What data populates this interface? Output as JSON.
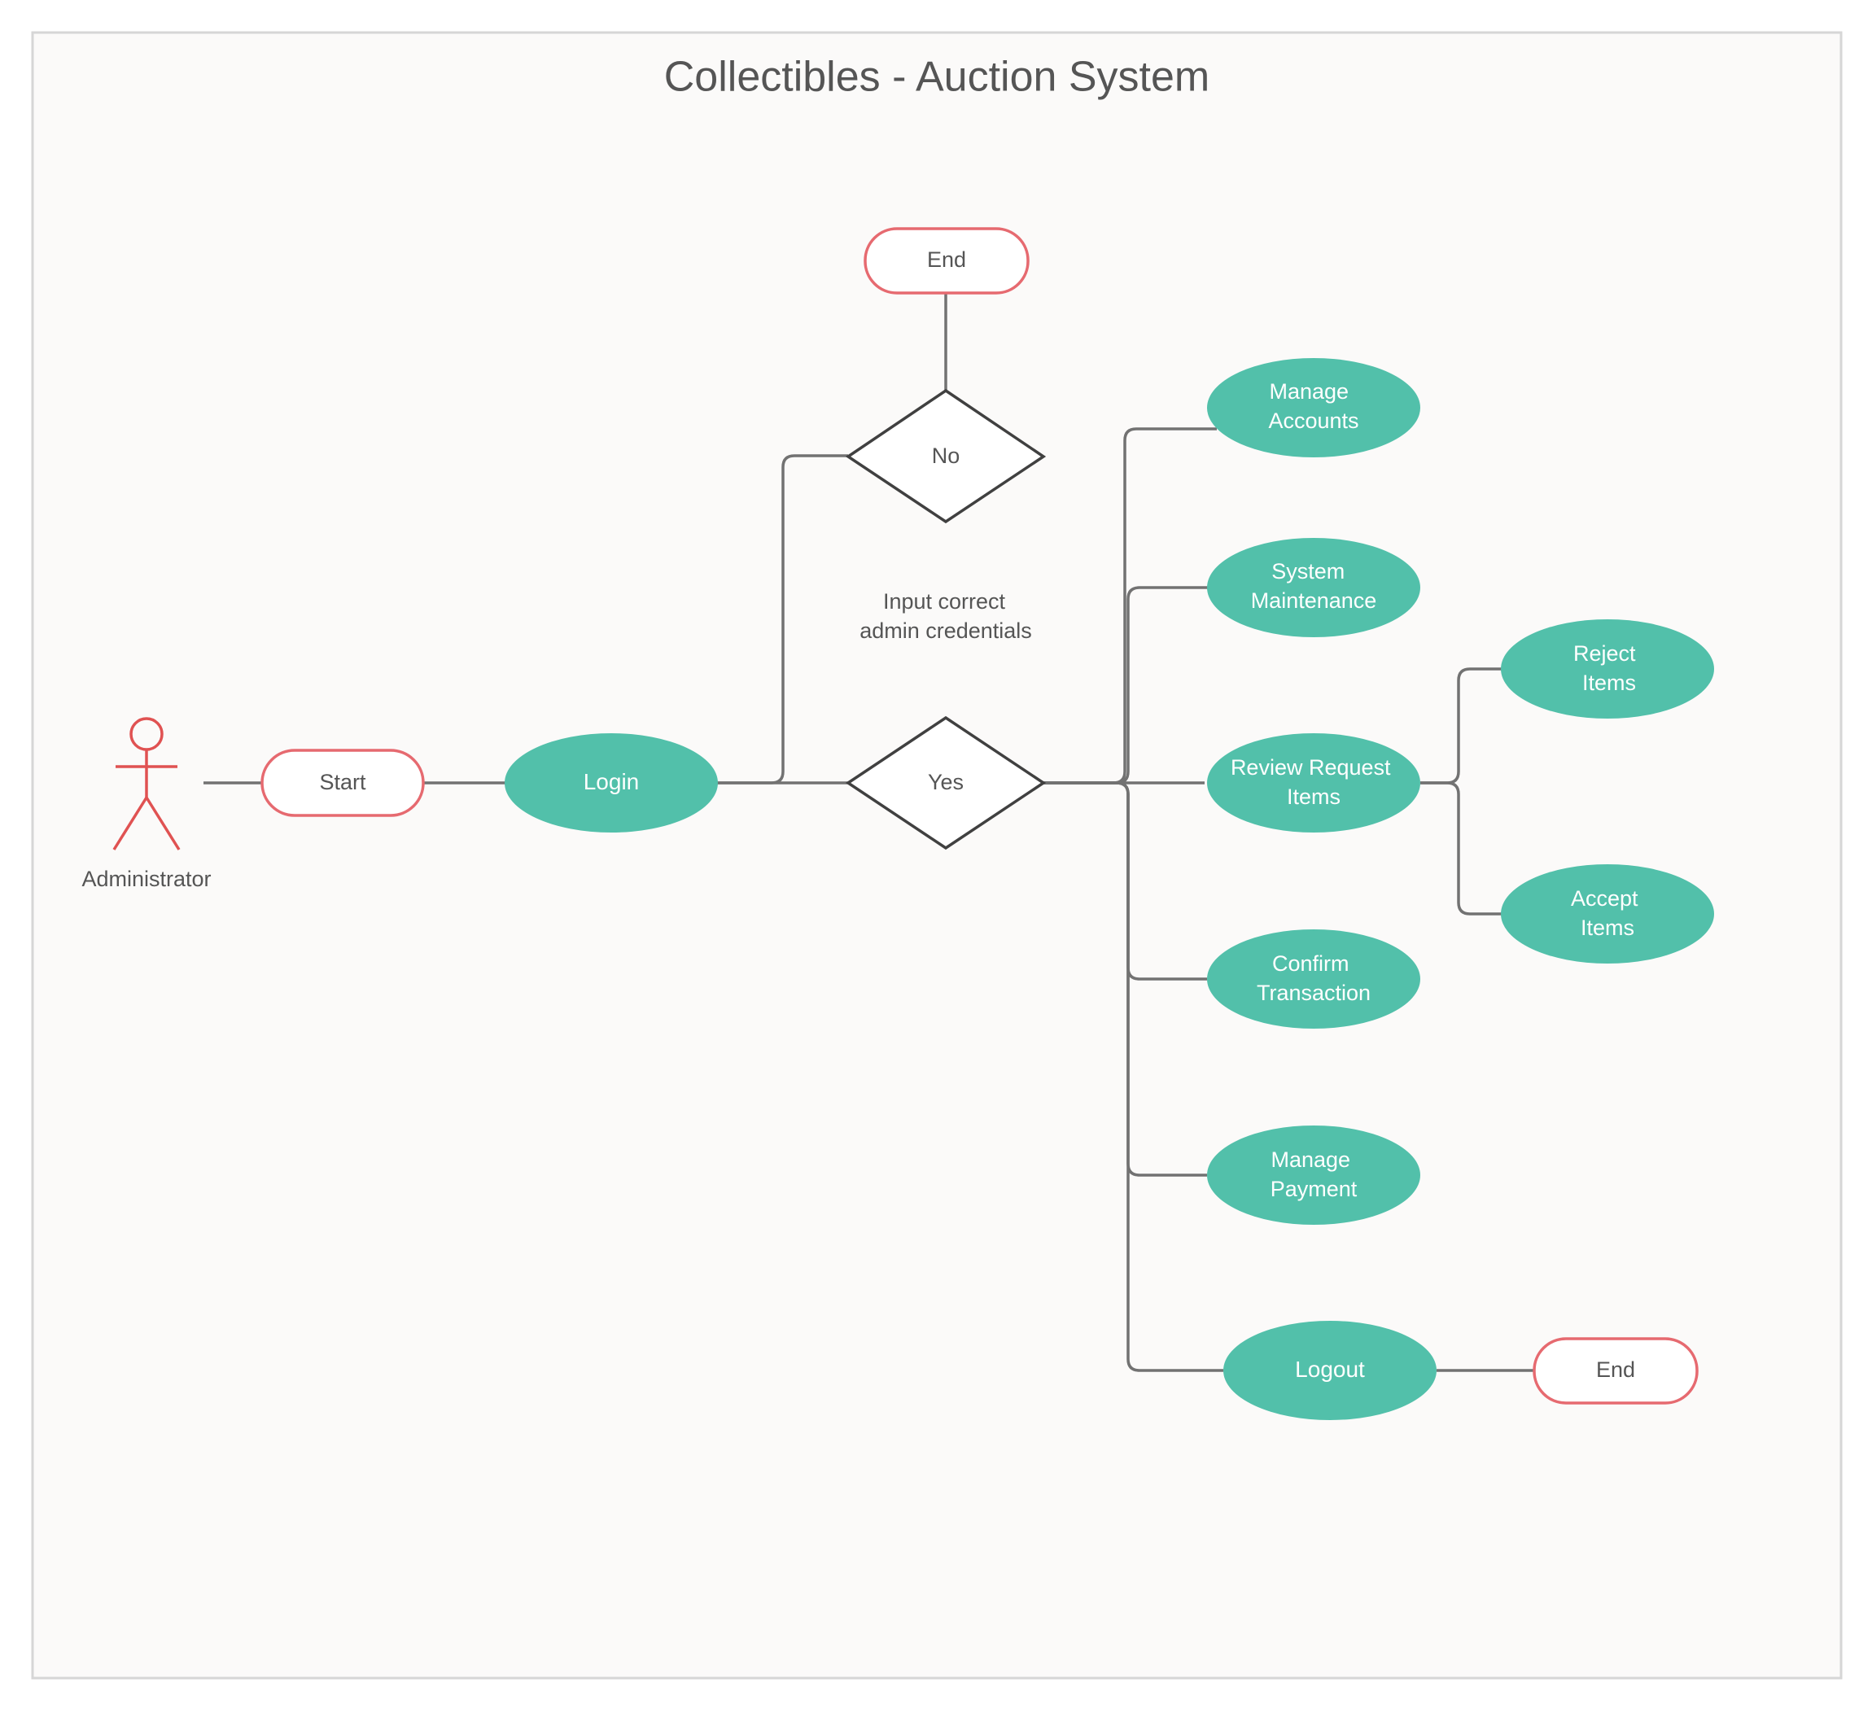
{
  "title": "Collectibles - Auction System",
  "colors": {
    "background": "#fbfaf9",
    "border": "#d6d6d6",
    "teal": "#52c0aa",
    "terminal_stroke": "#e66a70",
    "actor": "#e05252",
    "line": "#727272",
    "diamond_stroke": "#404040",
    "text_dark": "#555555",
    "text_light": "#ffffff"
  },
  "actor": {
    "label": "Administrator",
    "icon": "stick-figure-icon"
  },
  "terminals": {
    "start": "Start",
    "end_top": "End",
    "end_bottom": "End"
  },
  "decisions": {
    "no": "No",
    "yes": "Yes"
  },
  "annotation": {
    "line1": "Input correct",
    "line2": "admin credentials"
  },
  "use_cases": {
    "login": [
      "Login"
    ],
    "manage_accounts": [
      "Manage",
      "Accounts"
    ],
    "system_maintenance": [
      "System",
      "Maintenance"
    ],
    "review_request_items": [
      "Review Request",
      "Items"
    ],
    "reject_items": [
      "Reject",
      "Items"
    ],
    "accept_items": [
      "Accept",
      "Items"
    ],
    "confirm_transaction": [
      "Confirm",
      "Transaction"
    ],
    "manage_payment": [
      "Manage",
      "Payment"
    ],
    "logout": [
      "Logout"
    ]
  }
}
